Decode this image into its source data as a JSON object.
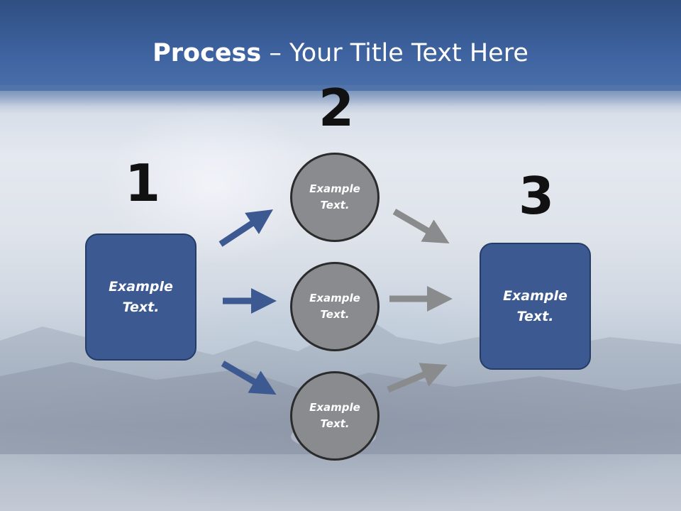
{
  "slide": {
    "title_bold": "Process",
    "title_rest": " – Your Title Text Here"
  },
  "colors": {
    "box_fill": "#3c5a91",
    "box_border": "#243c66",
    "circle_fill": "#898b8f",
    "circle_border": "#2b2b2b",
    "arrow_blue": "#3c5a91",
    "arrow_gray": "#8a8b8d",
    "title_band": "#3e63a0"
  },
  "steps": [
    {
      "number": "1"
    },
    {
      "number": "2"
    },
    {
      "number": "3"
    }
  ],
  "left_box": {
    "text": "Example\nText."
  },
  "right_box": {
    "text": "Example\nText."
  },
  "circles": [
    {
      "text": "Example\nText."
    },
    {
      "text": "Example\nText."
    },
    {
      "text": "Example\nText."
    }
  ],
  "arrows": [
    {
      "group": "left",
      "direction": "up-right",
      "color": "blue"
    },
    {
      "group": "left",
      "direction": "right",
      "color": "blue"
    },
    {
      "group": "left",
      "direction": "down-right",
      "color": "blue"
    },
    {
      "group": "right",
      "direction": "down-right",
      "color": "gray"
    },
    {
      "group": "right",
      "direction": "right",
      "color": "gray"
    },
    {
      "group": "right",
      "direction": "up-right",
      "color": "gray"
    }
  ]
}
